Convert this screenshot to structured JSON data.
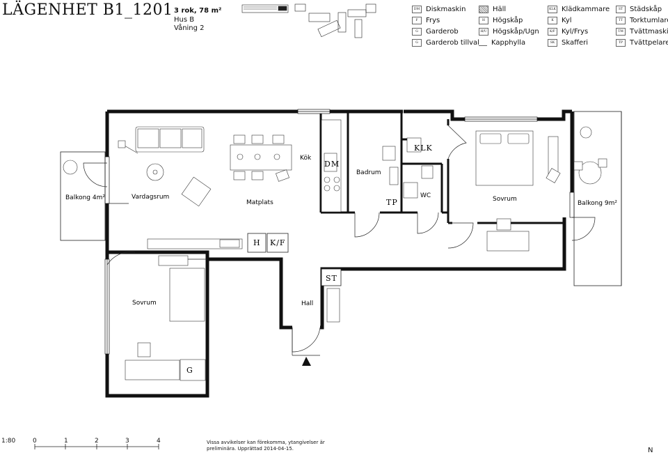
{
  "header": {
    "title": "LÄGENHET B1_1201",
    "info_line1": "3 rok, 78 m²",
    "info_line2": "Hus B",
    "info_line3": "Våning 2"
  },
  "legend": {
    "col1": [
      {
        "code": "DM",
        "label": "Diskmaskin"
      },
      {
        "code": "F",
        "label": "Frys"
      },
      {
        "code": "G",
        "label": "Garderob"
      },
      {
        "code": "G",
        "label": "Garderob tillval"
      }
    ],
    "col2": [
      {
        "code": "",
        "label": "Häll"
      },
      {
        "code": "H",
        "label": "Högskåp"
      },
      {
        "code": "H/U",
        "label": "Högskåp/Ugn"
      },
      {
        "code": "",
        "label": "Kapphylla"
      }
    ],
    "col3": [
      {
        "code": "KLK",
        "label": "Klädkammare"
      },
      {
        "code": "K",
        "label": "Kyl"
      },
      {
        "code": "K/F",
        "label": "Kyl/Frys"
      },
      {
        "code": "SK",
        "label": "Skafferi"
      }
    ],
    "col4": [
      {
        "code": "ST",
        "label": "Städskåp"
      },
      {
        "code": "TT",
        "label": "Torktumlare"
      },
      {
        "code": "TM",
        "label": "Tvättmaskin"
      },
      {
        "code": "TP",
        "label": "Tvättpelare"
      }
    ]
  },
  "rooms": {
    "balkong_left": "Balkong 4m²",
    "vardagsrum": "Vardagsrum",
    "matplats": "Matplats",
    "kok": "Kök",
    "badrum": "Badrum",
    "wc": "WC",
    "sovrum_right": "Sovrum",
    "balkong_right": "Balkong 9m²",
    "sovrum_left": "Sovrum",
    "hall": "Hall"
  },
  "codes": {
    "dm": "DM",
    "klk": "KLK",
    "tp": "TP",
    "h": "H",
    "kf": "K/F",
    "st": "ST",
    "g": "G"
  },
  "scale": {
    "ratio": "1:80",
    "ticks": [
      "0",
      "1",
      "2",
      "3",
      "4"
    ]
  },
  "note": {
    "line1": "Vissa avvikelser kan förekomma, ytangivelser är",
    "line2": "preliminära. Upprättad 2014-04-15."
  },
  "north": "N"
}
